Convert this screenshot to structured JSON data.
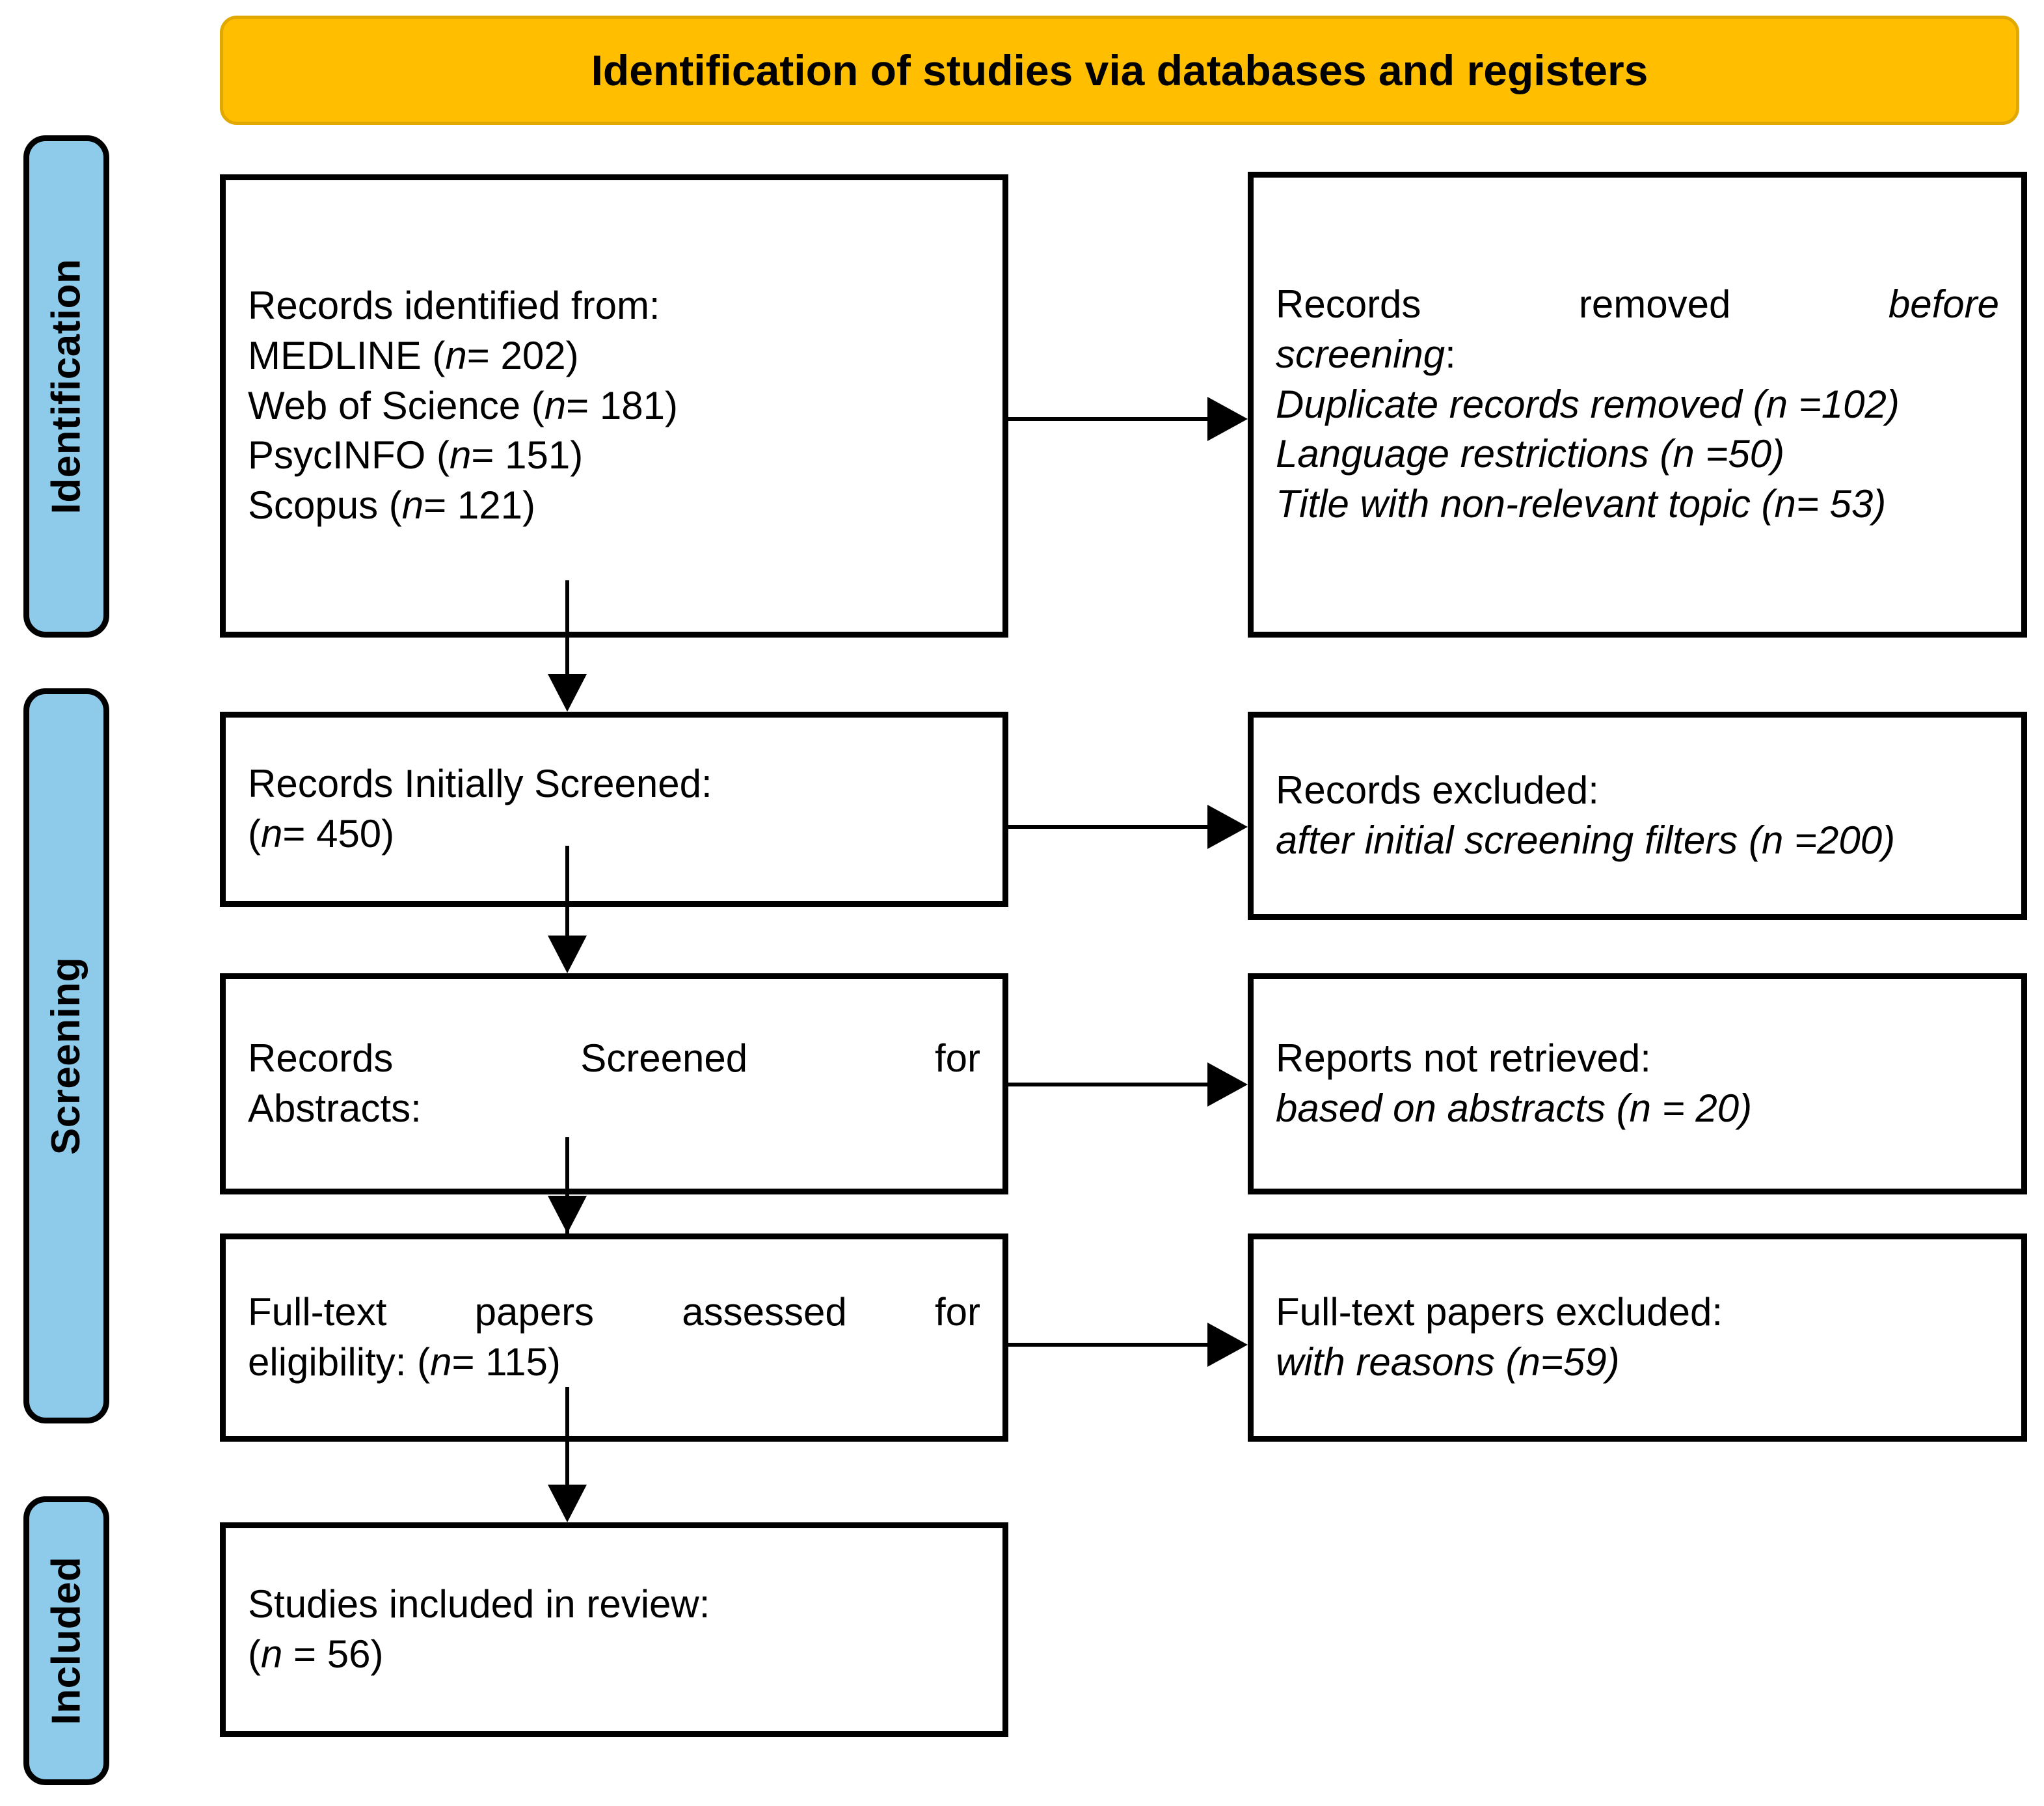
{
  "banner": {
    "title": "Identification of studies via databases and registers",
    "bg_color": "#FFBE00"
  },
  "phases": [
    {
      "id": "identification",
      "label": "Identification",
      "bg_color": "#8ECAEA"
    },
    {
      "id": "screening",
      "label": "Screening",
      "bg_color": "#8ECAEA"
    },
    {
      "id": "included",
      "label": "Included",
      "bg_color": "#8ECAEA"
    }
  ],
  "flow": {
    "identified": {
      "heading": "Records identified from:",
      "sources": [
        {
          "name": "MEDLINE",
          "n_prefix": "n",
          "n_text": "= 202"
        },
        {
          "name": "Web of Science",
          "n_prefix": "n",
          "n_text": "= 181"
        },
        {
          "name": "PsycINFO",
          "n_prefix": "n",
          "n_text": "= 151"
        },
        {
          "name": "Scopus",
          "n_prefix": "n",
          "n_text": "= 121"
        }
      ]
    },
    "removed": {
      "line1_a": "Records",
      "line1_b": "removed",
      "line1_c": "before",
      "line2": "screening",
      "line2_colon": ":",
      "reasons": [
        "Duplicate records removed (n =102)",
        "Language restrictions (n =50)",
        "Title with non-relevant topic (n= 53)"
      ]
    },
    "initial_screened": {
      "heading": "Records Initially Screened:",
      "count_open": "(",
      "count_n": "n",
      "count_rest": "= 450)"
    },
    "records_excluded": {
      "heading": "Records excluded:",
      "detail": "after initial screening filters (n =200)"
    },
    "abstracts_screened": {
      "line1_a": "Records",
      "line1_b": "Screened",
      "line1_c": "for",
      "line2": "Abstracts:"
    },
    "reports_not_retrieved": {
      "heading": "Reports not retrieved:",
      "detail": "based on abstracts (n = 20)"
    },
    "fulltext_assessed": {
      "line1_a": "Full-text",
      "line1_b": "papers",
      "line1_c": "assessed",
      "line1_d": "for",
      "line2_a": "eligibility: (",
      "line2_n": "n",
      "line2_b": "= 115)"
    },
    "fulltext_excluded": {
      "heading": "Full-text papers excluded:",
      "detail": "with reasons (n=59)"
    },
    "included_studies": {
      "heading": "Studies included in review:",
      "count_open": "(",
      "count_n": "n",
      "count_rest": " = 56)"
    }
  }
}
